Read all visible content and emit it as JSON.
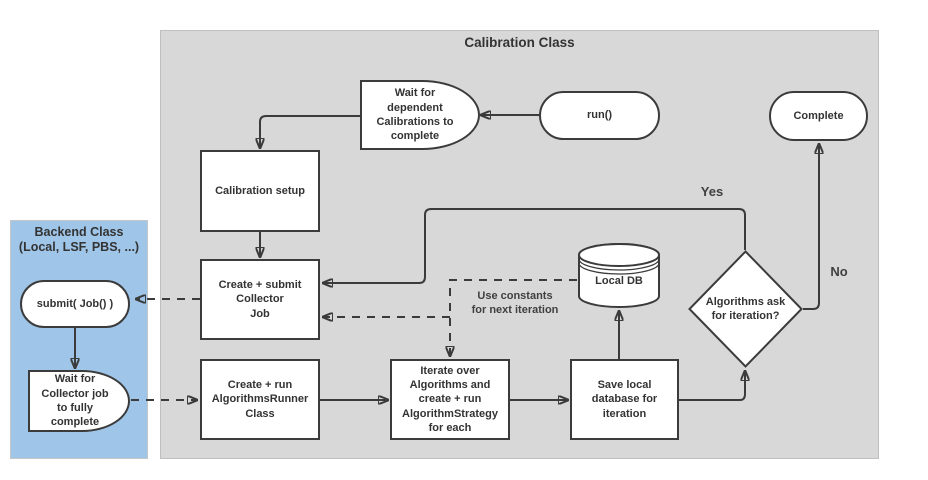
{
  "calibration": {
    "title": "Calibration Class"
  },
  "backend": {
    "title": "Backend Class\n(Local, LSF, PBS, ...)"
  },
  "nodes": {
    "wait_dependent": "Wait for\ndependent\nCalibrations to\ncomplete",
    "run": "run()",
    "complete": "Complete",
    "calibration_setup": "Calibration setup",
    "collector_job": "Create + submit\nCollector\nJob",
    "submit_job": "submit( Job() )",
    "wait_collector": "Wait for\nCollector job\nto fully\ncomplete",
    "algorithms_runner": "Create + run\nAlgorithmsRunner\nClass",
    "iterate": "Iterate over\nAlgorithms and\ncreate + run\nAlgorithmStrategy\nfor each",
    "save_local": "Save local\ndatabase for\niteration",
    "local_db": "Local DB",
    "decision": "Algorithms ask\nfor iteration?"
  },
  "edge_labels": {
    "yes": "Yes",
    "no": "No",
    "use_constants": "Use constants\nfor next iteration"
  },
  "colors": {
    "container_fill": "#d8d8d8",
    "backend_fill": "#9fc5e8",
    "shape_fill": "#ffffff",
    "stroke": "#3b3b3b",
    "text": "#333333"
  }
}
